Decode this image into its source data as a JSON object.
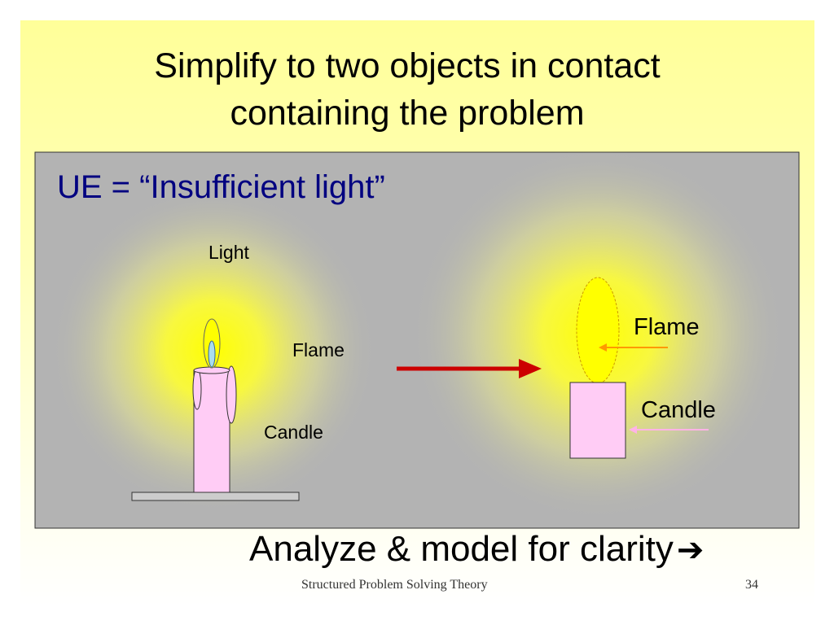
{
  "slide": {
    "title_line1": "Simplify to two objects in contact",
    "title_line2": "containing the problem",
    "caption": "Analyze & model for clarity",
    "caption_arrow": "➔",
    "footer": "Structured Problem Solving Theory",
    "page_number": "34"
  },
  "diagram": {
    "ue_title": "UE = “Insufficient light”",
    "left": {
      "light_label": "Light",
      "flame_label": "Flame",
      "candle_label": "Candle"
    },
    "right": {
      "flame_label": "Flame",
      "candle_label": "Candle"
    }
  },
  "colors": {
    "panel": "#b3b3b3",
    "glow": "#ffff00",
    "candle": "#ffccf5",
    "flame": "#ffff00",
    "transition_arrow": "#cc0000",
    "flame_pointer": "#ff9900",
    "candle_pointer": "#ffb3e6",
    "title_text": "#000080"
  }
}
